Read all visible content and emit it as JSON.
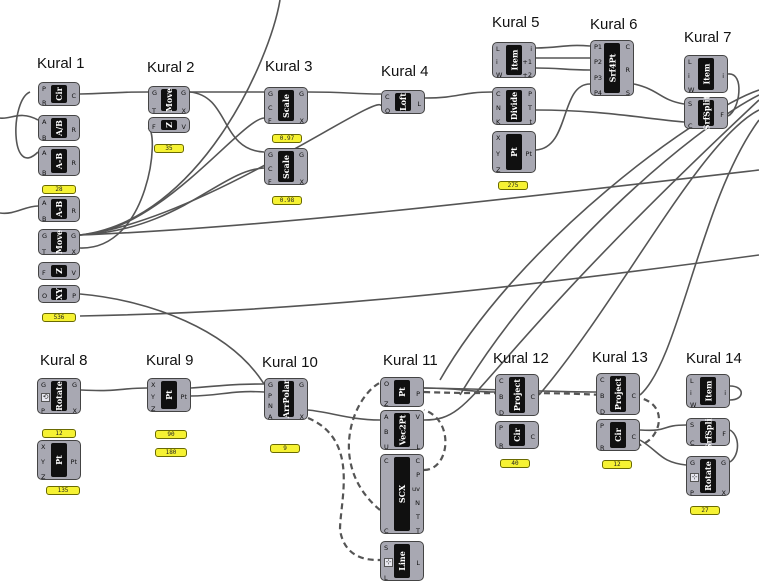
{
  "rules": [
    {
      "id": "r1",
      "label": "Kural 1"
    },
    {
      "id": "r2",
      "label": "Kural 2"
    },
    {
      "id": "r3",
      "label": "Kural 3"
    },
    {
      "id": "r4",
      "label": "Kural 4"
    },
    {
      "id": "r5",
      "label": "Kural 5"
    },
    {
      "id": "r6",
      "label": "Kural 6"
    },
    {
      "id": "r7",
      "label": "Kural 7"
    },
    {
      "id": "r8",
      "label": "Kural 8"
    },
    {
      "id": "r9",
      "label": "Kural 9"
    },
    {
      "id": "r10",
      "label": "Kural 10"
    },
    {
      "id": "r11",
      "label": "Kural 11"
    },
    {
      "id": "r12",
      "label": "Kural 12"
    },
    {
      "id": "r13",
      "label": "Kural 13"
    },
    {
      "id": "r14",
      "label": "Kural 14"
    }
  ],
  "components": {
    "cir1": {
      "name": "Cir",
      "inputs": [
        "P",
        "R"
      ],
      "outputs": [
        "C"
      ]
    },
    "ab1": {
      "name": "A/B",
      "inputs": [
        "A",
        "B"
      ],
      "outputs": [
        "R"
      ]
    },
    "amb1": {
      "name": "A-B",
      "inputs": [
        "A",
        "B"
      ],
      "outputs": [
        "R"
      ]
    },
    "amb2": {
      "name": "A-B",
      "inputs": [
        "A",
        "B"
      ],
      "outputs": [
        "R"
      ]
    },
    "move1": {
      "name": "Move",
      "inputs": [
        "G",
        "T"
      ],
      "outputs": [
        "G",
        "X"
      ]
    },
    "z1": {
      "name": "Z",
      "inputs": [
        "F"
      ],
      "outputs": [
        "V"
      ]
    },
    "xy1": {
      "name": "XY",
      "inputs": [
        "O"
      ],
      "outputs": [
        "P"
      ]
    },
    "move2": {
      "name": "Move",
      "inputs": [
        "G",
        "T"
      ],
      "outputs": [
        "G",
        "X"
      ]
    },
    "z2": {
      "name": "Z",
      "inputs": [
        "F"
      ],
      "outputs": [
        "V"
      ]
    },
    "scale1": {
      "name": "Scale",
      "inputs": [
        "G",
        "C",
        "F"
      ],
      "outputs": [
        "G",
        "X"
      ]
    },
    "scale2": {
      "name": "Scale",
      "inputs": [
        "G",
        "C",
        "F"
      ],
      "outputs": [
        "G",
        "X"
      ]
    },
    "loft": {
      "name": "Loft",
      "inputs": [
        "C",
        "O"
      ],
      "outputs": [
        "L"
      ]
    },
    "item5": {
      "name": "Item",
      "inputs": [
        "L",
        "i",
        "W"
      ],
      "outputs": [
        "i",
        "+1",
        "+2"
      ]
    },
    "divide": {
      "name": "Divide",
      "inputs": [
        "C",
        "N",
        "K"
      ],
      "outputs": [
        "P",
        "T",
        "t"
      ]
    },
    "pt5": {
      "name": "Pt",
      "inputs": [
        "X",
        "Y",
        "Z"
      ],
      "outputs": [
        "Pt"
      ]
    },
    "srf4pt": {
      "name": "Srf4Pt",
      "inputs": [
        "P1",
        "P2",
        "P3",
        "P4"
      ],
      "outputs": [
        "C",
        "R",
        "S"
      ]
    },
    "item7": {
      "name": "Item",
      "inputs": [
        "L",
        "i",
        "W"
      ],
      "outputs": [
        "i"
      ]
    },
    "srfsplit7": {
      "name": "SrfSplit",
      "inputs": [
        "S",
        "C"
      ],
      "outputs": [
        "F"
      ]
    },
    "rotate8": {
      "name": "Rotate",
      "inputs": [
        "G",
        "A",
        "P"
      ],
      "outputs": [
        "G",
        "X"
      ]
    },
    "pt8": {
      "name": "Pt",
      "inputs": [
        "X",
        "Y",
        "Z"
      ],
      "outputs": [
        "Pt"
      ]
    },
    "pt9": {
      "name": "Pt",
      "inputs": [
        "X",
        "Y",
        "Z"
      ],
      "outputs": [
        "Pt"
      ]
    },
    "arrpolar": {
      "name": "ArrPolar",
      "inputs": [
        "G",
        "P",
        "N",
        "A"
      ],
      "outputs": [
        "G",
        "X"
      ]
    },
    "pt11": {
      "name": "Pt",
      "inputs": [
        "O",
        "Z"
      ],
      "outputs": [
        "P"
      ]
    },
    "vec2pt": {
      "name": "Vec2Pt",
      "inputs": [
        "A",
        "B",
        "U"
      ],
      "outputs": [
        "V",
        "L"
      ]
    },
    "scx": {
      "name": "SCX",
      "inputs": [
        "C",
        "C"
      ],
      "outputs": [
        "C",
        "P",
        "uv",
        "N",
        "T",
        "T"
      ]
    },
    "line11": {
      "name": "Line",
      "inputs": [
        "S",
        "D",
        "L"
      ],
      "outputs": [
        "L"
      ]
    },
    "project12": {
      "name": "Project",
      "inputs": [
        "C",
        "B",
        "D"
      ],
      "outputs": [
        "C"
      ]
    },
    "cir12": {
      "name": "Cir",
      "inputs": [
        "P",
        "R"
      ],
      "outputs": [
        "C"
      ]
    },
    "project13": {
      "name": "Project",
      "inputs": [
        "C",
        "B",
        "D"
      ],
      "outputs": [
        "C"
      ]
    },
    "cir13": {
      "name": "Cir",
      "inputs": [
        "P",
        "R"
      ],
      "outputs": [
        "C"
      ]
    },
    "item14": {
      "name": "Item",
      "inputs": [
        "L",
        "i",
        "W"
      ],
      "outputs": [
        "i"
      ]
    },
    "srfsplit14": {
      "name": "SrfSplit",
      "inputs": [
        "S",
        "C"
      ],
      "outputs": [
        "F"
      ]
    },
    "rotate14": {
      "name": "Rotate",
      "inputs": [
        "G",
        "A",
        "P"
      ],
      "outputs": [
        "G",
        "X"
      ]
    }
  },
  "panels": {
    "p1": "28",
    "p2": "536",
    "p3": "35",
    "p4": "0.97",
    "p5": "0.98",
    "p6": "275",
    "p7": "12",
    "p8": "135",
    "p9": "90",
    "p10": "180",
    "p11": "9",
    "p12": "40",
    "p13": "12",
    "p14": "27"
  },
  "colors": {
    "wire": "#555555",
    "dashed_wire": "#555555",
    "component": "#a8a8b2",
    "component_core": "#101010",
    "panel": "#f6f233",
    "background": "#ffffff"
  }
}
